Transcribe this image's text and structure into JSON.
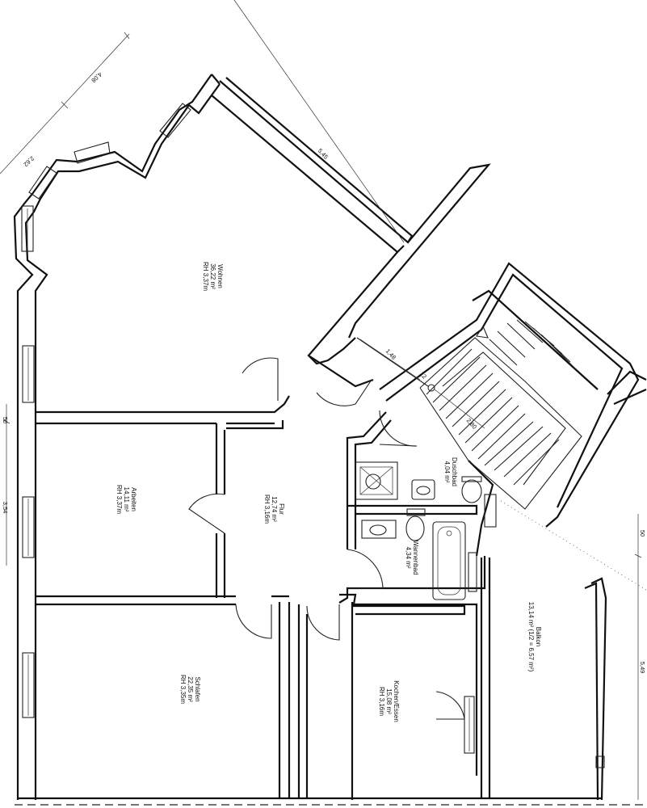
{
  "rooms": {
    "wohnen": {
      "name": "Wohnen",
      "area": "36,22 m²",
      "height": "RH 3,37m"
    },
    "arbeiten": {
      "name": "Arbeiten",
      "area": "14,11 m²",
      "height": "RH 3,37m"
    },
    "schlafen": {
      "name": "Schlafen",
      "area": "22,35 m²",
      "height": "RH 3,35m"
    },
    "flur": {
      "name": "Flur",
      "area": "12,74 m²",
      "height": "RH 3,16m"
    },
    "duschbad": {
      "name": "Duschbad",
      "area": "4,04 m²"
    },
    "wannenbad": {
      "name": "Wannenbad",
      "area": "4,34 m²"
    },
    "kochen": {
      "name": "Kochen/Essen",
      "area": "15,08 m²",
      "height": "RH 3,16m"
    },
    "balkon": {
      "name": "Balkon",
      "area": "13,14 m² (1/2 = 6,57 m²)"
    }
  },
  "dimensions": {
    "top_diag": "4,08",
    "left_diag": "2,62",
    "upper_wall": "5,45",
    "stair_a": "1,48",
    "stair_b": "12",
    "stair_c": "2,80",
    "left_small": "50",
    "left_mid": "3,54",
    "right_small": "50",
    "right_long": "5,49"
  }
}
